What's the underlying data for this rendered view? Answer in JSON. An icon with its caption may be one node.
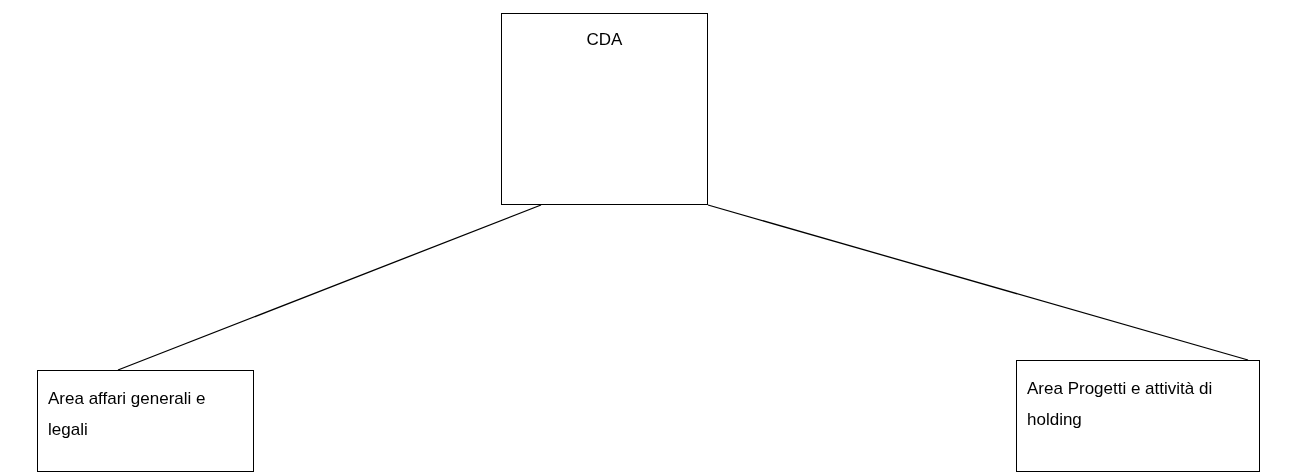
{
  "diagram": {
    "nodes": [
      {
        "text": [
          "CDA"
        ]
      },
      {
        "text": [
          "Area affari generali e legali"
        ]
      },
      {
        "text": [
          "Area Progetti e attività di holding"
        ]
      }
    ],
    "edges": [
      {
        "from": 0,
        "to": 1,
        "arrow": "none"
      },
      {
        "from": 0,
        "to": 2,
        "arrow": "none"
      }
    ]
  }
}
